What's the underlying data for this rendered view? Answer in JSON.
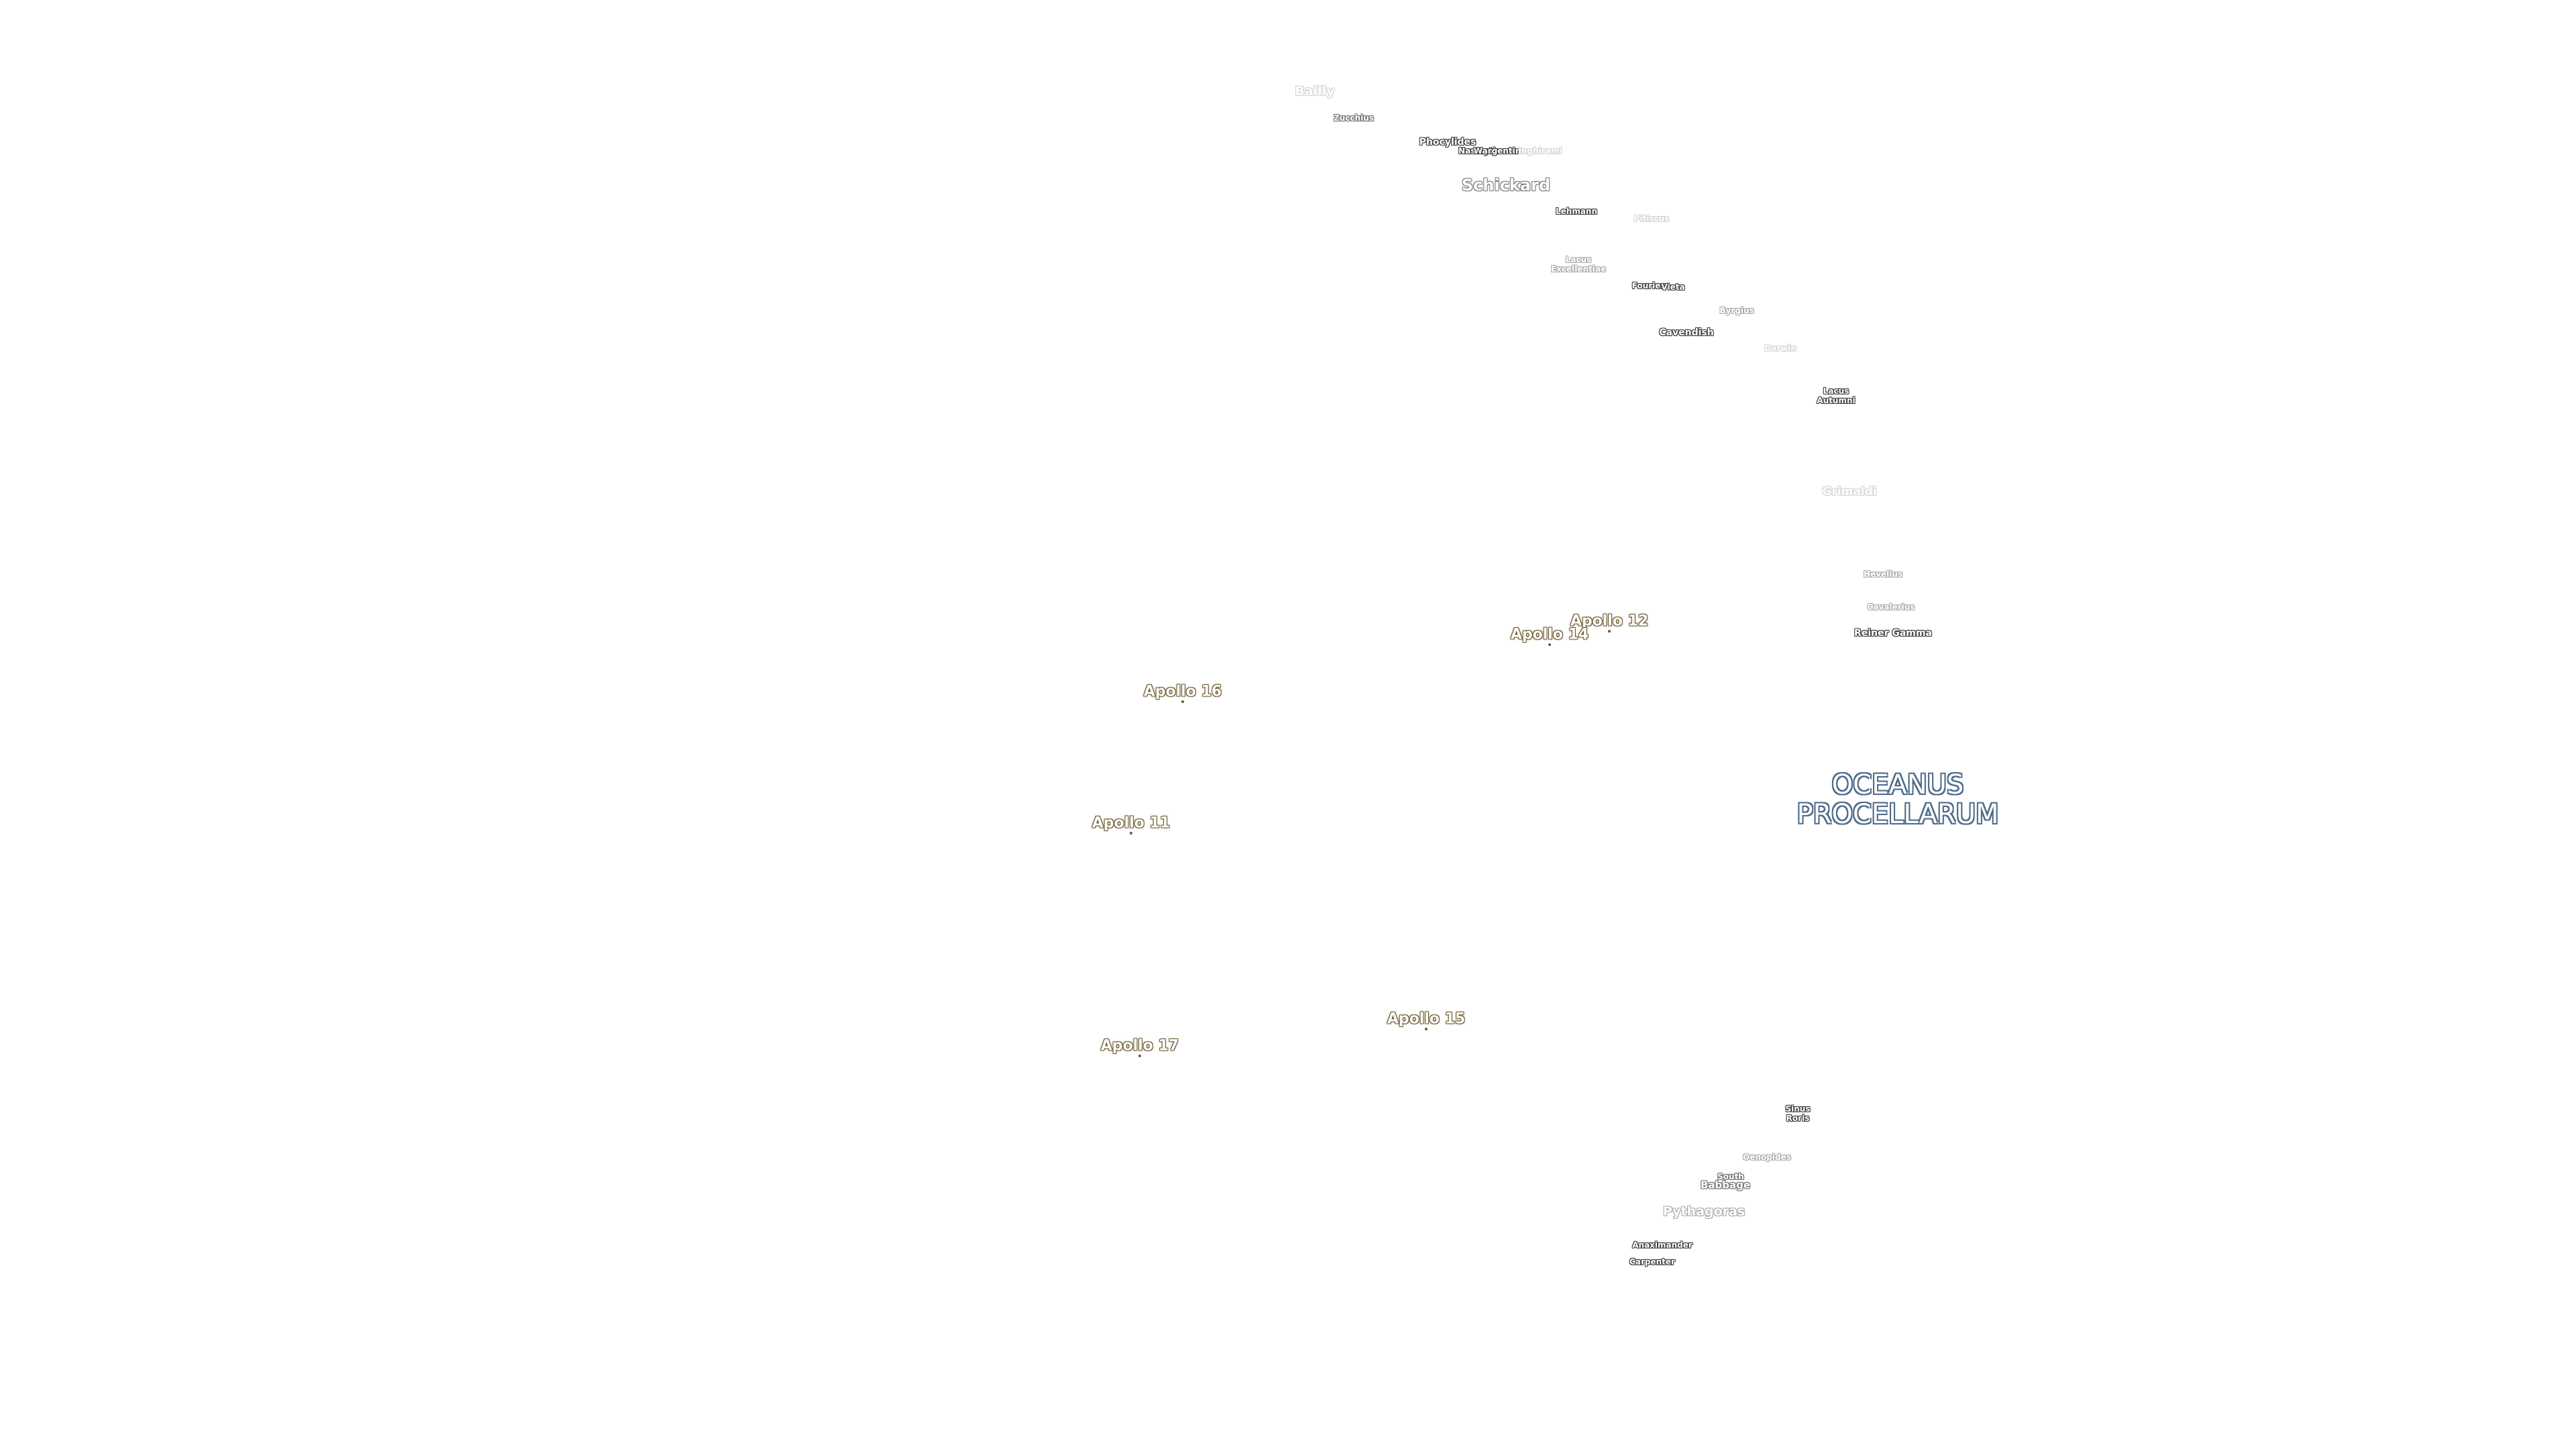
{
  "map": {
    "features": {
      "bailly": "Bailly",
      "zucchius": "Zucchius",
      "phocylides": "Phocylides",
      "nasmyth": "Nasmyth",
      "wargentin": "Wargentin",
      "inghirami": "Inghirami",
      "schickard": "Schickard",
      "lehmann": "Lehmann",
      "pitatus_like": "Pitiscus",
      "lacus_excellentiae": "Lacus\nExcellentiae",
      "fourier": "Fourier",
      "vieta": "Vieta",
      "byrgius": "Byrgius",
      "cavendish": "Cavendish",
      "faint_label": "Darwin",
      "lacus_autumni": "Lacus\nAutumni",
      "grimaldi": "Grimaldi",
      "hevelius": "Hevelius",
      "cavalerius": "Cavalerius",
      "reiner_gamma": "Reiner Gamma",
      "sinus_roris": "Sinus\nRoris",
      "oenopides": "Oenopides",
      "south": "South",
      "babbage": "Babbage",
      "pythagoras": "Pythagoras",
      "anaximander": "Anaximander",
      "carpenter": "Carpenter"
    },
    "apollo": {
      "a12": "Apollo 12",
      "a14": "Apollo 14",
      "a16": "Apollo 16",
      "a11": "Apollo 11",
      "a15": "Apollo 15",
      "a17": "Apollo 17"
    },
    "mare": {
      "oceanus_procellarum": "OCEANUS\nPROCELLARUM"
    },
    "colors": {
      "background": "#ffffff",
      "apollo_outline": "#6b5a2c",
      "mare_outline": "#4d6a8a",
      "crater_outline": "#3a3a3a"
    }
  }
}
